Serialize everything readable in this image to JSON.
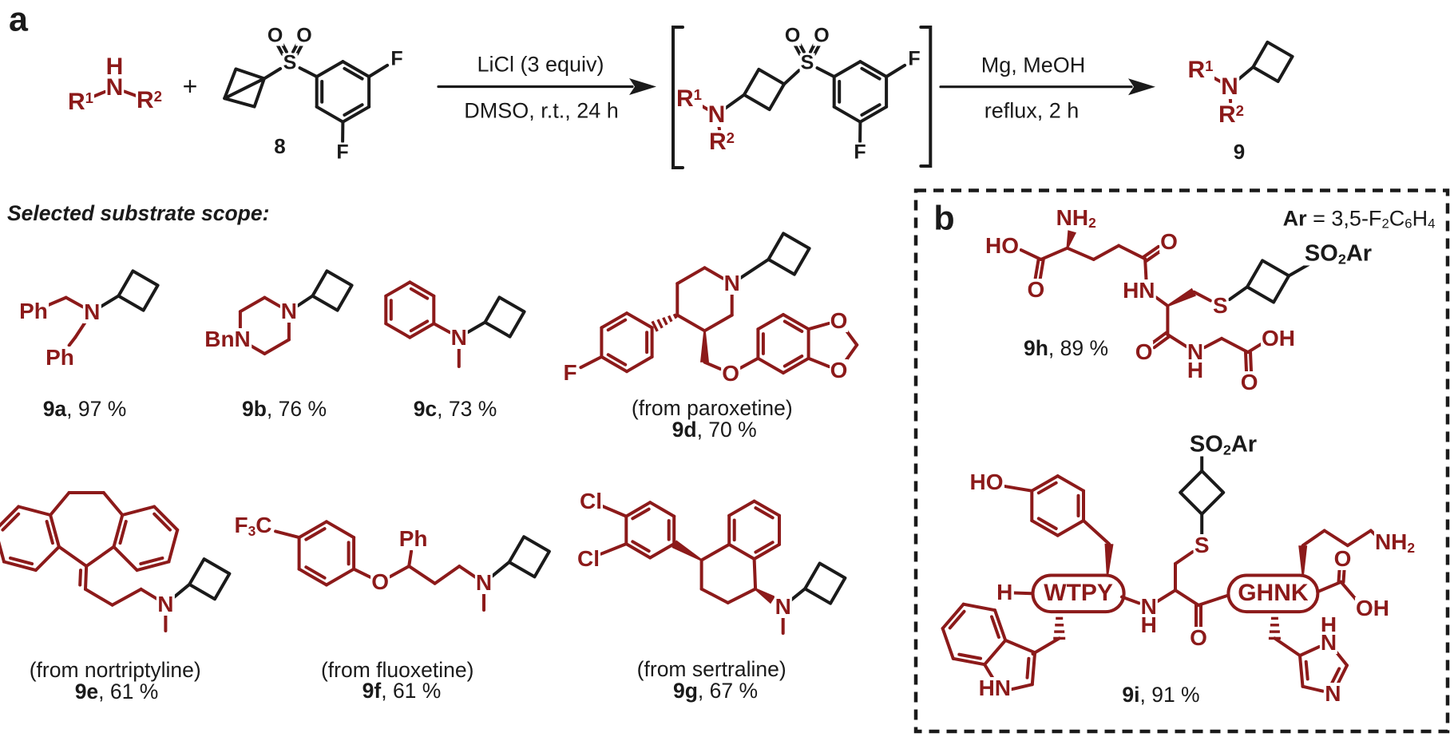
{
  "figure": {
    "panel_a": {
      "label": "a",
      "reaction": {
        "amine": {
          "r1": "R¹",
          "h": "H",
          "n": "N",
          "r2": "R²"
        },
        "plus": "+",
        "sulfone_8": {
          "o1": "O",
          "o2": "O",
          "s": "S",
          "f1": "F",
          "f2": "F",
          "number": "8"
        },
        "step1": {
          "reagent": "LiCl (3 equiv)",
          "conditions": "DMSO, r.t., 24 h"
        },
        "intermediate": {
          "o1": "O",
          "o2": "O",
          "s": "S",
          "f1": "F",
          "f2": "F",
          "r1": "R¹",
          "n": "N",
          "r2": "R²"
        },
        "step2": {
          "reagent": "Mg, MeOH",
          "conditions": "reflux, 2 h"
        },
        "product_9": {
          "r1": "R¹",
          "n": "N",
          "r2": "R²",
          "number": "9"
        }
      },
      "scope_heading": "Selected substrate scope:",
      "entries": {
        "e9a": {
          "atoms": {
            "ph1": "Ph",
            "n": "N",
            "ph2": "Ph"
          },
          "id": "9a",
          "yield": ", 97 %"
        },
        "e9b": {
          "atoms": {
            "n": "N",
            "bnn": "BnN"
          },
          "id": "9b",
          "yield": ", 76 %"
        },
        "e9c": {
          "atoms": {
            "n": "N"
          },
          "id": "9c",
          "yield": ", 73 %"
        },
        "e9d": {
          "atoms": {
            "n": "N",
            "f": "F",
            "o": "O",
            "o1": "O",
            "o2": "O"
          },
          "source": "(from paroxetine)",
          "id": "9d",
          "yield": ", 70 %"
        },
        "e9e": {
          "atoms": {
            "n": "N"
          },
          "source": "(from nortriptyline)",
          "id": "9e",
          "yield": ", 61 %"
        },
        "e9f": {
          "atoms": {
            "f3c": "F₃C",
            "o": "O",
            "ph": "Ph",
            "n": "N"
          },
          "source": "(from fluoxetine)",
          "id": "9f",
          "yield": ", 61 %"
        },
        "e9g": {
          "atoms": {
            "cl1": "Cl",
            "cl2": "Cl",
            "n": "N"
          },
          "source": "(from sertraline)",
          "id": "9g",
          "yield": ", 67 %"
        }
      }
    },
    "panel_b": {
      "label": "b",
      "ar_definition": {
        "ar": "Ar",
        "rest": " = 3,5-F₂C₆H₄"
      },
      "e9h": {
        "atoms": {
          "nh2": "NH₂",
          "ho": "HO",
          "o1": "O",
          "o2": "O",
          "hn": "HN",
          "s": "S",
          "so2ar": "SO₂Ar",
          "o3": "O",
          "n": "N",
          "h": "H",
          "oh": "OH",
          "o4": "O"
        },
        "id": "9h",
        "yield": ", 89 %"
      },
      "e9i": {
        "atoms": {
          "so2ar": "SO₂Ar",
          "s": "S",
          "n": "N",
          "h": "H",
          "h_term": "H",
          "ho": "HO",
          "hn": "HN",
          "o": "O",
          "nh2": "NH₂",
          "o2": "O",
          "oh": "OH",
          "h_im": "H",
          "n1": "N",
          "n3": "N"
        },
        "wtpy": "WTPY",
        "ghnk": "GHNK",
        "id": "9i",
        "yield": ", 91 %"
      }
    },
    "colors": {
      "fragment_red": "#8C1A1A",
      "ink_black": "#1A1A1A",
      "background": "#FFFFFF"
    }
  }
}
